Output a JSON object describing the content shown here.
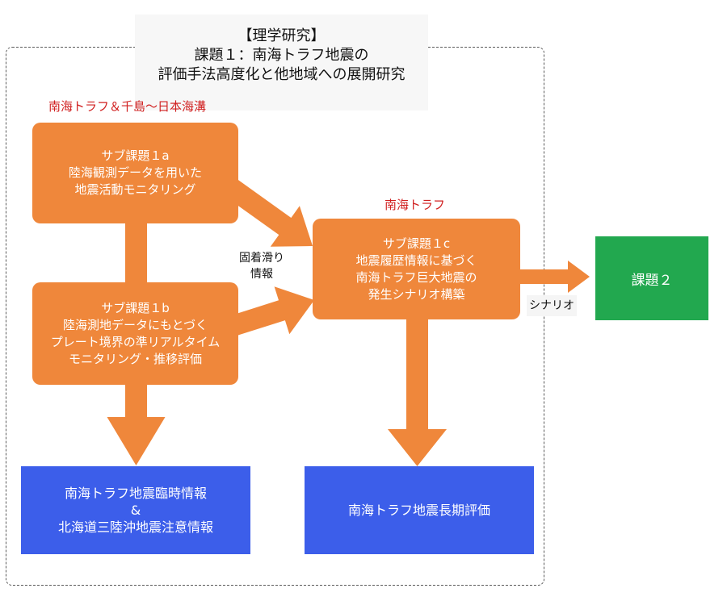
{
  "colors": {
    "orange": "#ef873b",
    "blue": "#3c5eea",
    "green": "#22a84f",
    "red_text": "#d01f1f",
    "frame": "#5a5a5a"
  },
  "title": {
    "lines": [
      "【理学研究】",
      "課題１：南海トラフ地震の",
      "評価手法高度化と他地域への展開研究"
    ]
  },
  "region_labels": {
    "left": "南海トラフ＆千島～日本海溝",
    "right": "南海トラフ"
  },
  "subtopics": {
    "a": {
      "lines": [
        "サブ課題１a",
        "陸海観測データを用いた",
        "地震活動モニタリング"
      ]
    },
    "b": {
      "lines": [
        "サブ課題１b",
        "陸海測地データにもとづく",
        "プレート境界の準リアルタイム",
        "モニタリング・推移評価"
      ]
    },
    "c": {
      "lines": [
        "サブ課題１c",
        "地震履歴情報に基づく",
        "南海トラフ巨大地震の",
        "発生シナリオ構築"
      ]
    }
  },
  "edge_labels": {
    "coupling": {
      "lines": [
        "固着滑り",
        "情報"
      ]
    },
    "scenario": "シナリオ"
  },
  "topic2": {
    "label": "課題２"
  },
  "outputs": {
    "left": {
      "lines": [
        "南海トラフ地震臨時情報",
        "&",
        "北海道三陸沖地震注意情報"
      ]
    },
    "right": {
      "lines": [
        "南海トラフ地震長期評価"
      ]
    }
  }
}
